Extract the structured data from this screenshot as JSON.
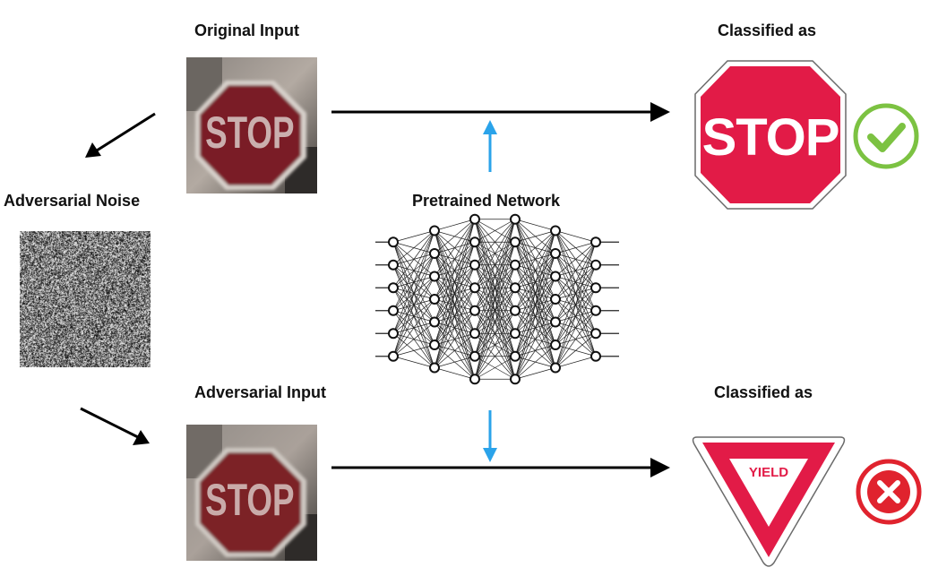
{
  "labels": {
    "original_input": "Original Input",
    "classified_as_top": "Classified as",
    "adversarial_noise": "Adversarial Noise",
    "pretrained_network": "Pretrained Network",
    "adversarial_input": "Adversarial Input",
    "classified_as_bottom": "Classified as"
  },
  "signs": {
    "input_photo_text": "STOP",
    "adversarial_photo_text": "STOP",
    "stop_sign_text": "STOP",
    "yield_sign_text": "YIELD"
  },
  "colors": {
    "stop_red": "#e21b47",
    "photo_red": "#7a1f26",
    "check_green": "#7cc242",
    "cross_red": "#e0232e",
    "network_arrow_blue": "#2aa3ea",
    "arrow_black": "#000000"
  },
  "network": {
    "layer_sizes": [
      6,
      7,
      8,
      8,
      7,
      6
    ]
  },
  "icons": {
    "result_top": "check-circle-icon",
    "result_bottom": "x-circle-icon"
  }
}
